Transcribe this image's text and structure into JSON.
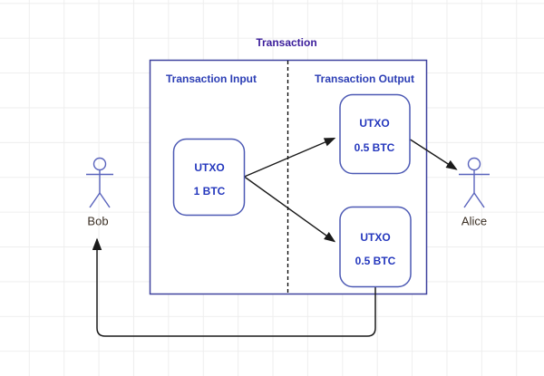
{
  "diagram": {
    "title": "Transaction",
    "sections": {
      "input_label": "Transaction Input",
      "output_label": "Transaction Output"
    },
    "boxes": [
      {
        "id": "input-utxo",
        "line1": "UTXO",
        "line2": "1 BTC"
      },
      {
        "id": "output-utxo-top",
        "line1": "UTXO",
        "line2": "0.5 BTC"
      },
      {
        "id": "output-utxo-bottom",
        "line1": "UTXO",
        "line2": "0.5 BTC"
      }
    ],
    "actors": {
      "left": "Bob",
      "right": "Alice"
    },
    "colors": {
      "title_text": "#3b1d9b",
      "section_label_text": "#2c3eb5",
      "box_text": "#2437bd",
      "box_border": "#4c59b4",
      "container_border": "#3f429e",
      "dashed_divider": "#000000",
      "actor_stroke": "#5a64bd",
      "actor_label_text": "#3a2e23",
      "arrow": "#1a1a1a",
      "shape_fill": "#ffffff"
    }
  }
}
